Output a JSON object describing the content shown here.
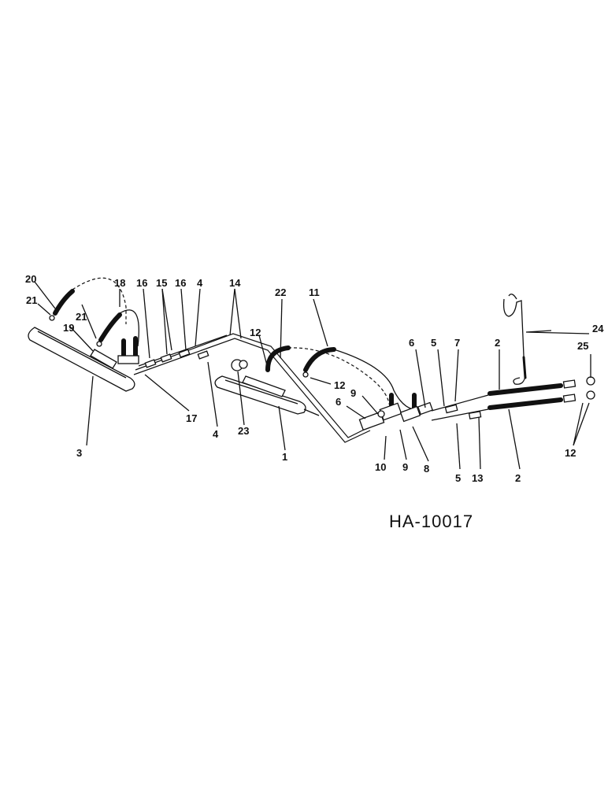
{
  "figure": {
    "drawing_number": "HA-10017",
    "callouts": [
      "20",
      "21",
      "18",
      "16",
      "15",
      "16",
      "4",
      "14",
      "22",
      "11",
      "21",
      "19",
      "12",
      "12",
      "6",
      "5",
      "7",
      "2",
      "24",
      "25",
      "9",
      "6",
      "3",
      "17",
      "4",
      "23",
      "1",
      "10",
      "9",
      "8",
      "5",
      "13",
      "2",
      "12"
    ]
  }
}
